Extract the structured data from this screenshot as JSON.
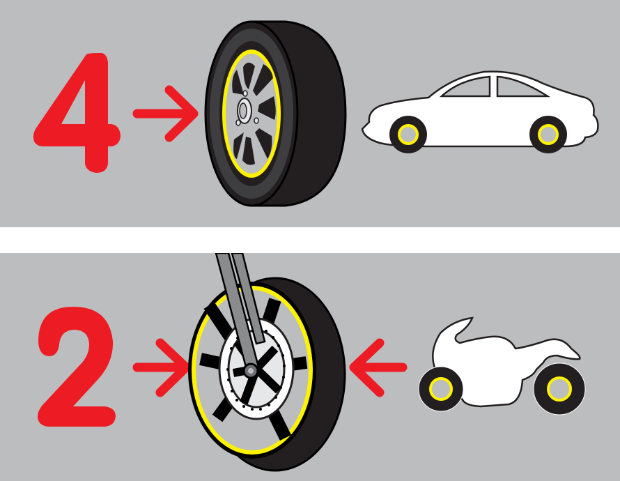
{
  "colors": {
    "background": "#bcbdbf",
    "accent_red": "#ed1c24",
    "rim_yellow": "#fff200",
    "tire_black": "#231f20",
    "divider": "#ffffff"
  },
  "panels": [
    {
      "number": "4",
      "vehicle": "car",
      "description": "4 → car tire",
      "icons": [
        "number-4",
        "arrow-right-icon",
        "car-tire-icon",
        "car-icon"
      ]
    },
    {
      "number": "2",
      "vehicle": "motorcycle",
      "description": "2 → motorcycle wheel ← motorcycle",
      "icons": [
        "number-2",
        "arrow-right-icon",
        "motorcycle-wheel-icon",
        "arrow-left-icon",
        "motorcycle-icon"
      ]
    }
  ]
}
